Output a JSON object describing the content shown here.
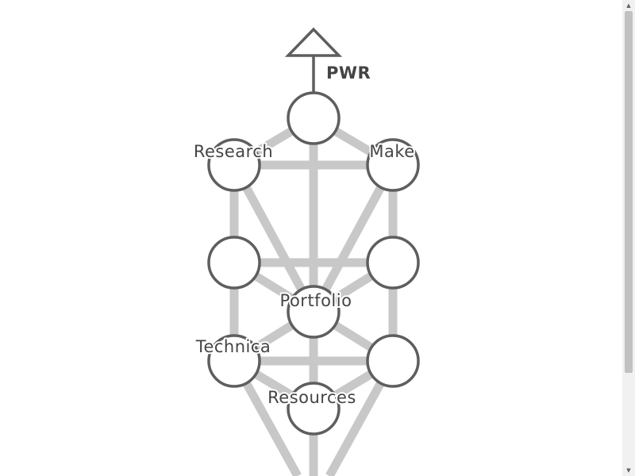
{
  "diagram": {
    "top_label": "PWR",
    "labels": {
      "research": "Research",
      "make": "Make",
      "portfolio": "Portfolio",
      "technica": "Technica",
      "resources": "Resources"
    }
  },
  "colors": {
    "path": "#c8c8c8",
    "node_stroke": "#5e5e5e",
    "label": "#444444"
  },
  "scrollbar": {
    "up_glyph": "▲",
    "down_glyph": "▼"
  }
}
